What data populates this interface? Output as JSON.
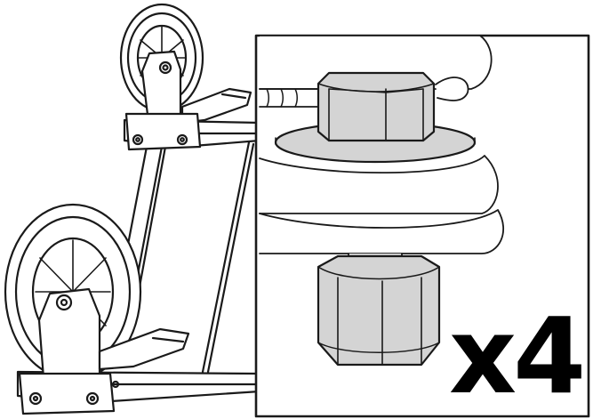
{
  "diagram": {
    "quantity_label": "x4",
    "colors": {
      "line": "#1a1a1a",
      "part_fill": "#d4d4d4",
      "part_fill_dark": "#bdbdbd",
      "background": "#ffffff"
    },
    "parts": [
      "caster-wheel",
      "trolley-frame",
      "flange-nut",
      "washer"
    ]
  }
}
